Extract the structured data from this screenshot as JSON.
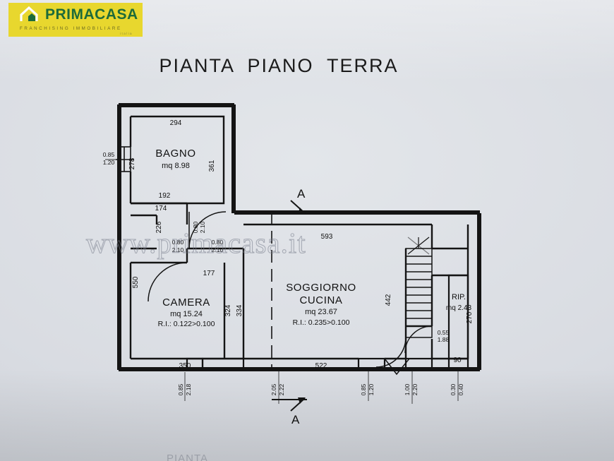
{
  "brand": {
    "name": "PRIMACASA",
    "tagline": "FRANCHISING IMMOBILIARE",
    "tagline2": "italia",
    "logo_bg": "#e8d72e",
    "logo_green": "#1d6b3a"
  },
  "page": {
    "title": "PIANTA  PIANO  TERRA",
    "watermark": "www.primacasa.it",
    "bottom_cut_text": "PIANTA"
  },
  "rooms": [
    {
      "name": "BAGNO",
      "area": "mq  8.98",
      "ri": ""
    },
    {
      "name": "CAMERA",
      "area": "mq 15.24",
      "ri": "R.I.:  0.122>0.100"
    },
    {
      "name": "SOGGIORNO",
      "name2": "CUCINA",
      "area": "mq 23.67",
      "ri": "R.I.:  0.235>0.100"
    },
    {
      "name": "RIP.",
      "area": "mq 2.43",
      "ri": ""
    }
  ],
  "section_markers": [
    {
      "label": "A",
      "position": "top"
    },
    {
      "label": "A",
      "position": "bottom"
    }
  ],
  "dimensions": {
    "bagno_top": "294",
    "bagno_left_height": "278",
    "bagno_right_height": "361",
    "bagno_bottom": "192",
    "bagno_bottom_inner": "174",
    "window_bagno_w": "0.85",
    "window_bagno_h": "1.20",
    "camera_left_height": "550",
    "camera_top": "177",
    "camera_right_a": "324",
    "camera_right_b": "334",
    "door_camera_v": "226",
    "door_a_w": "0.80",
    "door_a_h": "2.10",
    "door_b_w": "0.80",
    "door_b_h": "2.10",
    "door_c_w": "0.80",
    "door_c_h": "2.10",
    "soggiorno_top": "593",
    "stair_height": "442",
    "camera_bottom": "350",
    "camera_bottom_win_w": "0.85",
    "camera_bottom_win_h": "2.18",
    "soggiorno_bottom": "522",
    "soggiorno_win_w": "2.05",
    "soggiorno_win_h": "2.22",
    "soggiorno_win2_w": "0.85",
    "soggiorno_win2_h": "1.20",
    "entry_door_w": "1.00",
    "entry_door_h": "2.20",
    "rip_right_height": "270",
    "rip_door_w": "0.55",
    "rip_door_h": "1.88",
    "rip_bottom": "90",
    "rip_win_w": "0.30",
    "rip_win_h": "0.40"
  }
}
